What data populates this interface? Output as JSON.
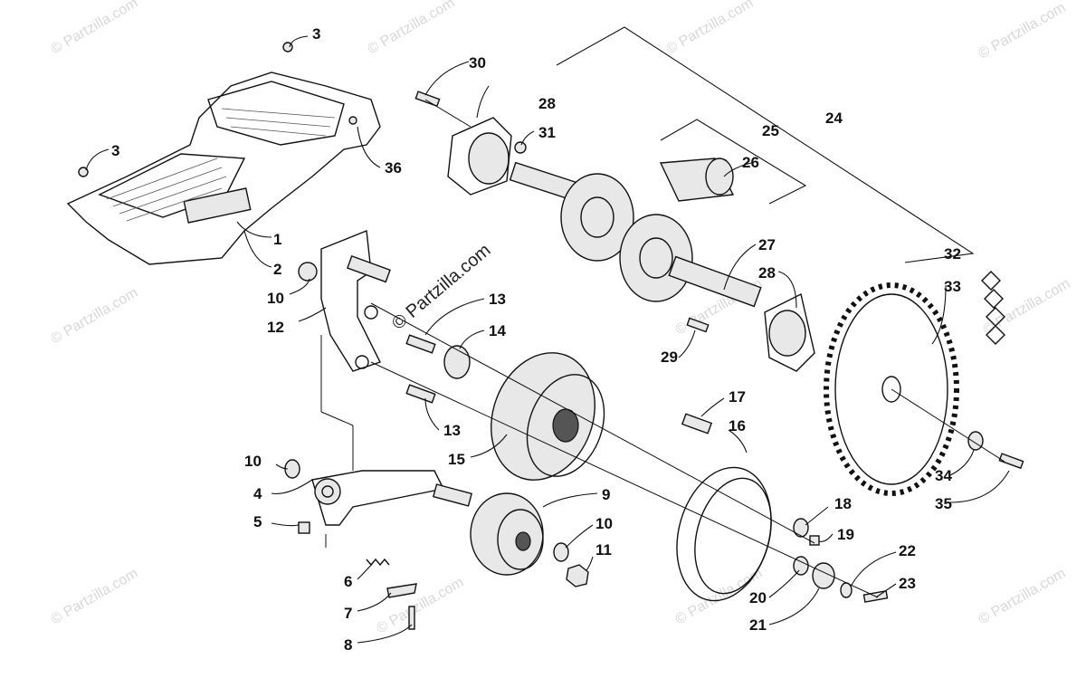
{
  "diagram": {
    "watermark": "© Partzilla.com",
    "callouts": [
      "1",
      "2",
      "3",
      "3",
      "4",
      "5",
      "6",
      "7",
      "8",
      "9",
      "10",
      "10",
      "10",
      "11",
      "12",
      "13",
      "13",
      "14",
      "15",
      "16",
      "17",
      "18",
      "19",
      "20",
      "21",
      "22",
      "23",
      "24",
      "25",
      "26",
      "27",
      "28",
      "28",
      "29",
      "30",
      "31",
      "32",
      "33",
      "34",
      "35",
      "36"
    ],
    "colors": {
      "line": "#111111",
      "watermark": "#d8d8d8",
      "background": "#ffffff"
    }
  }
}
